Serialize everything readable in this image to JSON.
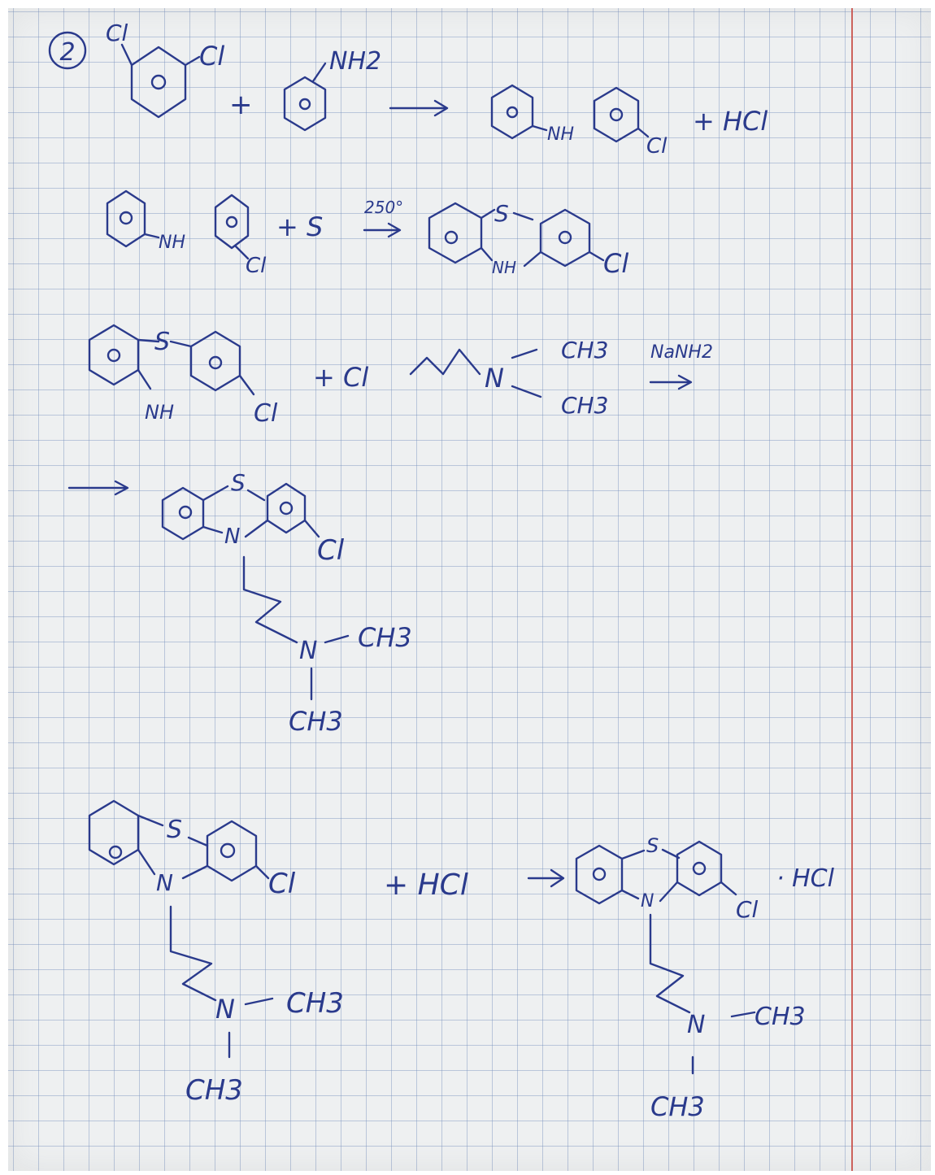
{
  "problem_number": "2",
  "reaction1": {
    "reactant1_substituents": [
      "Cl",
      "Cl"
    ],
    "reactant2_substituent": "NH2",
    "product_labels": [
      "NH",
      "Cl"
    ],
    "byproduct": "+ HCl"
  },
  "reaction2": {
    "reactant_labels": [
      "NH",
      "Cl"
    ],
    "reagent": "+ S",
    "condition": "250°",
    "product_labels": [
      "S",
      "NH",
      "Cl"
    ]
  },
  "reaction3": {
    "reactant_labels": [
      "S",
      "NH",
      "Cl"
    ],
    "reagent_prefix": "+ Cl",
    "reagent_n": "N",
    "reagent_methyls": [
      "CH3",
      "CH3"
    ],
    "condition": "NaNH2",
    "product_labels": [
      "S",
      "N",
      "Cl"
    ],
    "product_chain_n": "N",
    "product_methyls": [
      "CH3",
      "CH3"
    ]
  },
  "reaction4": {
    "reactant_labels": [
      "S",
      "N",
      "Cl"
    ],
    "reactant_chain_n": "N",
    "reactant_methyls": [
      "CH3",
      "CH3"
    ],
    "reagent": "+ HCl",
    "product_labels": [
      "S",
      "N",
      "Cl"
    ],
    "product_salt": "· HCl",
    "product_chain_n": "N",
    "product_methyls": [
      "CH3",
      "CH3"
    ]
  }
}
